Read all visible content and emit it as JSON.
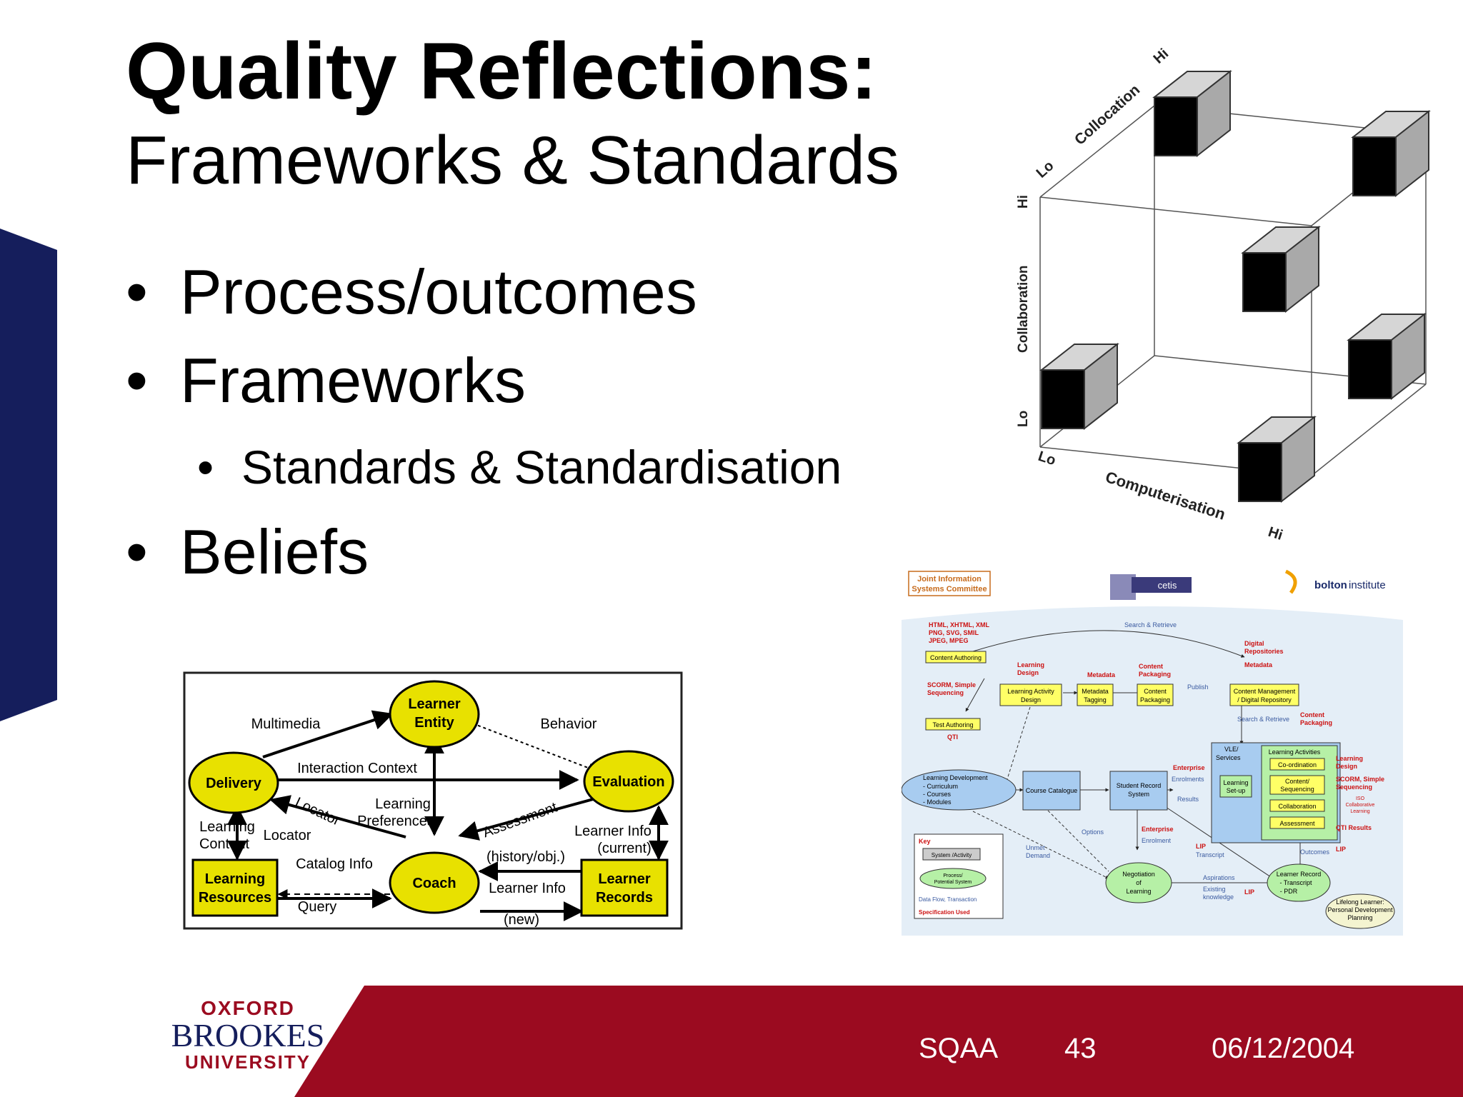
{
  "title": "Quality Reflections:",
  "subtitle": "Frameworks & Standards",
  "bullets": [
    {
      "text": "Process/outcomes",
      "sub": []
    },
    {
      "text": "Frameworks",
      "sub": [
        "Standards & Standardisation"
      ]
    },
    {
      "text": "Beliefs",
      "sub": []
    }
  ],
  "bullet_char": "•",
  "cube": {
    "axes": {
      "collocation": {
        "label": "Collocation",
        "lo": "Lo",
        "hi": "Hi"
      },
      "collaboration": {
        "label": "Collaboration",
        "lo": "Lo",
        "hi": "Hi"
      },
      "computerisation": {
        "label": "Computerisation",
        "lo": "Lo",
        "hi": "Hi"
      }
    }
  },
  "diagram_left": {
    "nodes": {
      "learner_entity": [
        "Learner",
        "Entity"
      ],
      "delivery": "Delivery",
      "evaluation": "Evaluation",
      "coach": "Coach",
      "learning_resources": [
        "Learning",
        "Resources"
      ],
      "learner_records": [
        "Learner",
        "Records"
      ]
    },
    "labels": {
      "multimedia": "Multimedia",
      "behavior": "Behavior",
      "interaction_context": "Interaction Context",
      "locator_curved": "Locator",
      "learning_preferences": [
        "Learning",
        "Preferences"
      ],
      "assessment": "Assessment",
      "learning_content": [
        "Learning",
        "Content"
      ],
      "locator": "Locator",
      "learner_info_current": [
        "Learner Info",
        "(current)"
      ],
      "history_obj": "(history/obj.)",
      "catalog_info": "Catalog Info",
      "query": "Query",
      "learner_info_new": [
        "Learner Info",
        "(new)"
      ]
    }
  },
  "diagram_right": {
    "logos": {
      "jisc": [
        "Joint Information",
        "Systems Committee"
      ],
      "cetis": "cetis",
      "bolton_bold": "bolton",
      "bolton_rest": "institute"
    },
    "boxes": {
      "content_authoring": "Content Authoring",
      "learning_activity_design": [
        "Learning Activity",
        "Design"
      ],
      "metadata_tagging": [
        "Metadata",
        "Tagging"
      ],
      "content_packaging": [
        "Content",
        "Packaging"
      ],
      "content_management": [
        "Content Management",
        "/ Digital Repository"
      ],
      "test_authoring": "Test Authoring",
      "course_catalogue": "Course Catalogue",
      "student_record": [
        "Student Record",
        "System"
      ],
      "learning_setup": [
        "Learning",
        "Set-up"
      ],
      "vle": [
        "VLE/",
        "Services"
      ],
      "learning_activities": "Learning Activities",
      "coordination": "Co-ordination",
      "content_sequencing": [
        "Content/",
        "Sequencing"
      ],
      "collaboration": "Collaboration",
      "assessment": "Assessment",
      "learning_development": [
        "Learning Development",
        "- Curriculum",
        "- Courses",
        "- Modules"
      ],
      "negotiation": [
        "Negotiation",
        "of",
        "Learning"
      ],
      "learner_record": [
        "Learner Record",
        "- Transcript",
        "- PDR"
      ],
      "lifelong": [
        "Lifelong Learner:",
        "Personal Development",
        "Planning"
      ]
    },
    "red_labels": {
      "formats": [
        "HTML, XHTML, XML",
        "PNG, SVG, SMIL",
        "JPEG, MPEG"
      ],
      "digital_repositories": [
        "Digital",
        "Repositories"
      ],
      "metadata_top": "Metadata",
      "learning_design_top": [
        "Learning",
        "Design"
      ],
      "metadata_mid": "Metadata",
      "content_packaging_top": [
        "Content",
        "Packaging"
      ],
      "scorm_left": [
        "SCORM, Simple",
        "Sequencing"
      ],
      "qti_left": "QTI",
      "content_packaging_right": [
        "Content",
        "Packaging"
      ],
      "enterprise1": "Enterprise",
      "learning_design_right": [
        "Learning",
        "Design"
      ],
      "scorm_right": [
        "SCORM, Simple",
        "Sequencing"
      ],
      "iso": [
        "ISO",
        "Collaborative",
        "Learning"
      ],
      "qti_results": "QTI Results",
      "enterprise2": "Enterprise",
      "lip1": "LIP",
      "lip2": "LIP",
      "lip3": "LIP"
    },
    "blue_labels": {
      "search_retrieve_top": "Search & Retrieve",
      "publish": "Publish",
      "search_retrieve_mid": "Search & Retrieve",
      "enrolments": "Enrolments",
      "results": "Results",
      "options": "Options",
      "enrolment": "Enrolment",
      "unmet_demand": [
        "Unmet",
        "Demand"
      ],
      "transcript": "Transcript",
      "outcomes": "Outcomes",
      "aspirations": "Aspirations",
      "existing_knowledge": [
        "Existing",
        "knowledge"
      ]
    },
    "key": {
      "title": "Key",
      "system_activity": "System /Activity",
      "process": [
        "Process/",
        "Potential System"
      ],
      "data_flow": "Data Flow, Transaction",
      "specification": "Specification Used"
    }
  },
  "footer": {
    "logo": [
      "OXFORD",
      "BROOKES",
      "UNIVERSITY"
    ],
    "org": "SQAA",
    "page": "43",
    "date": "06/12/2004"
  },
  "colors": {
    "navy": "#151e5c",
    "maroon": "#9b0b20",
    "yellow": "#e8e100",
    "lightblue": "#a8ccf0",
    "lightgreen": "#b6f0a6",
    "panel": "#e4eef7"
  }
}
